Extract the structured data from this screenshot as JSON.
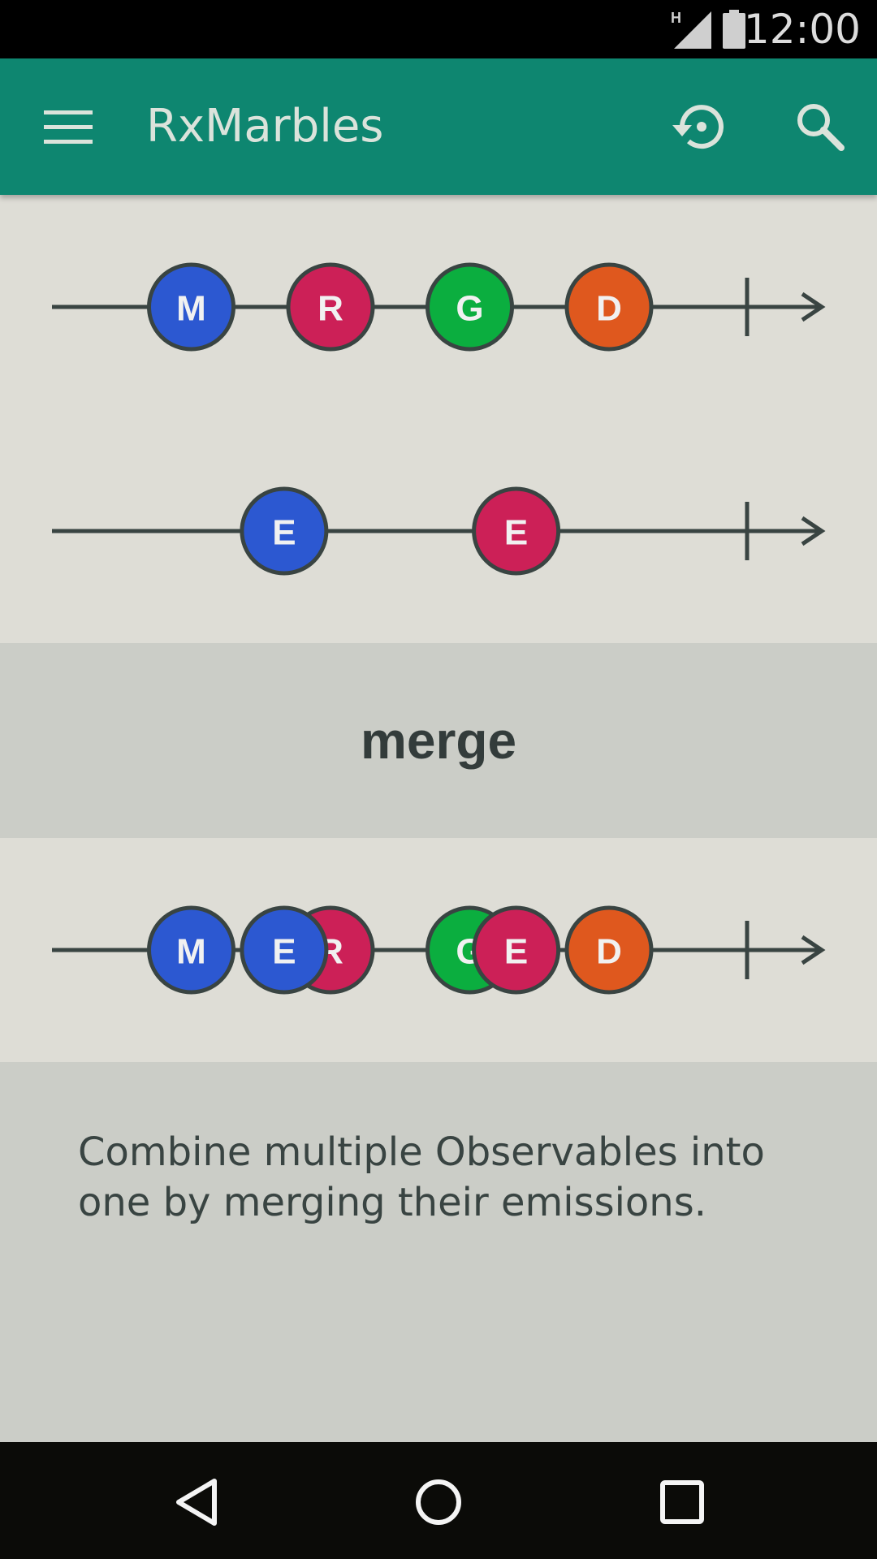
{
  "status_bar": {
    "network_label": "H",
    "time": "12:00"
  },
  "app_bar": {
    "title": "RxMarbles",
    "menu_icon": "hamburger-menu-icon",
    "reset_icon": "restore-icon",
    "search_icon": "search-icon"
  },
  "colors": {
    "app_bar": "#0e8670",
    "background": "#deddd6",
    "operator_band": "#cbcdc7",
    "line": "#394442",
    "blue": "#2c58d1",
    "red": "#cc2057",
    "green": "#0bae3f",
    "orange": "#df581e"
  },
  "input_1": {
    "marbles": [
      {
        "label": "M",
        "color": "blue",
        "time": 1
      },
      {
        "label": "R",
        "color": "red",
        "time": 2
      },
      {
        "label": "G",
        "color": "green",
        "time": 3
      },
      {
        "label": "D",
        "color": "orange",
        "time": 4
      }
    ],
    "completed": true
  },
  "input_2": {
    "marbles": [
      {
        "label": "E",
        "color": "blue",
        "time": 1.667
      },
      {
        "label": "E",
        "color": "red",
        "time": 3.333
      }
    ],
    "completed": true
  },
  "operator": {
    "name": "merge"
  },
  "output": {
    "marbles": [
      {
        "label": "M",
        "color": "blue",
        "time": 1
      },
      {
        "label": "R",
        "color": "red",
        "time": 2
      },
      {
        "label": "E",
        "color": "blue",
        "time": 1.667
      },
      {
        "label": "G",
        "color": "green",
        "time": 3
      },
      {
        "label": "E",
        "color": "red",
        "time": 3.333
      },
      {
        "label": "D",
        "color": "orange",
        "time": 4
      }
    ],
    "completed": true
  },
  "description": "Combine multiple Observables into one by merging their emissions.",
  "nav_bar": {
    "back_icon": "back-icon",
    "home_icon": "home-icon",
    "recents_icon": "recents-icon"
  }
}
